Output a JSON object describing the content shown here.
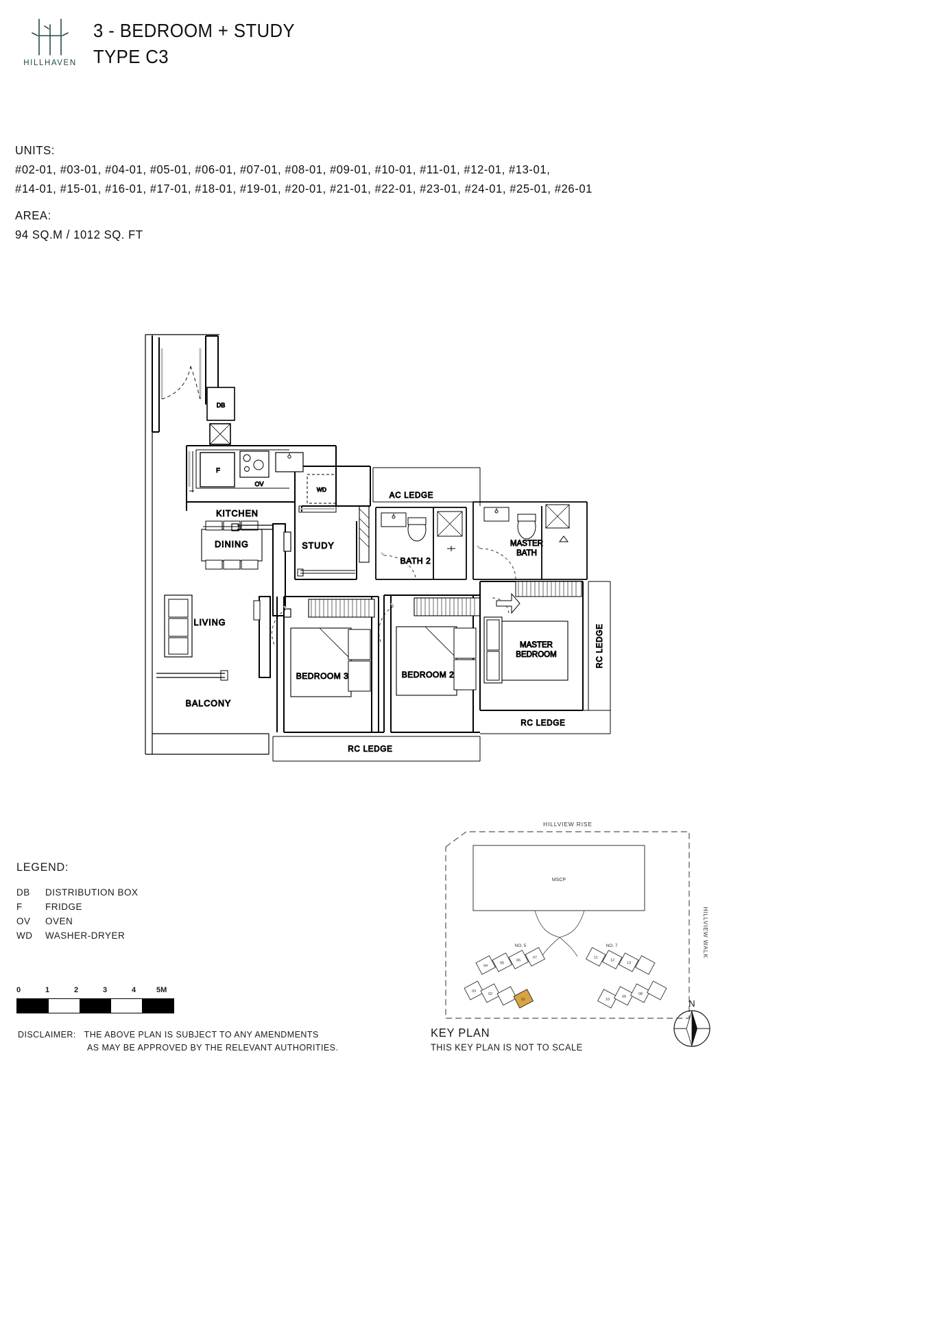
{
  "brand": {
    "name": "HILLHAVEN",
    "logo_icon": "hillhaven-bamboo-logo",
    "accent_color": "#1f4a46"
  },
  "header": {
    "title_line1": "3 - BEDROOM + STUDY",
    "title_line2": "TYPE C3"
  },
  "units": {
    "label": "UNITS:",
    "line1": "#02-01, #03-01, #04-01, #05-01, #06-01, #07-01, #08-01, #09-01, #10-01, #11-01, #12-01, #13-01,",
    "line2": "#14-01, #15-01, #16-01, #17-01, #18-01, #19-01, #20-01, #21-01, #22-01, #23-01, #24-01, #25-01, #26-01"
  },
  "area": {
    "label": "AREA:",
    "value": "94 SQ.M  /  1012 SQ. FT"
  },
  "floorplan": {
    "rooms": [
      {
        "key": "kitchen",
        "label": "KITCHEN"
      },
      {
        "key": "dining",
        "label": "DINING"
      },
      {
        "key": "study",
        "label": "STUDY"
      },
      {
        "key": "living",
        "label": "LIVING"
      },
      {
        "key": "balcony",
        "label": "BALCONY"
      },
      {
        "key": "bedroom3",
        "label": "BEDROOM 3"
      },
      {
        "key": "bedroom2",
        "label": "BEDROOM 2"
      },
      {
        "key": "master_bedroom1",
        "label": "MASTER"
      },
      {
        "key": "master_bedroom2",
        "label": "BEDROOM"
      },
      {
        "key": "bath2",
        "label": "BATH 2"
      },
      {
        "key": "master_bath1",
        "label": "MASTER"
      },
      {
        "key": "master_bath2",
        "label": "BATH"
      },
      {
        "key": "ac_ledge",
        "label": "AC LEDGE"
      },
      {
        "key": "rc_ledge_bottom",
        "label": "RC LEDGE"
      },
      {
        "key": "rc_ledge_right",
        "label": "RC LEDGE"
      },
      {
        "key": "rc_ledge_vert",
        "label": "RC LEDGE"
      }
    ],
    "markers": {
      "db": "DB",
      "fridge": "F",
      "oven": "OV",
      "washer_dryer": "WD"
    }
  },
  "legend": {
    "title": "LEGEND:",
    "items": [
      {
        "abbr": "DB",
        "desc": "DISTRIBUTION BOX"
      },
      {
        "abbr": "F",
        "desc": "FRIDGE"
      },
      {
        "abbr": "OV",
        "desc": "OVEN"
      },
      {
        "abbr": "WD",
        "desc": "WASHER-DRYER"
      }
    ]
  },
  "scale": {
    "ticks": [
      "0",
      "1",
      "2",
      "3",
      "4",
      "5M"
    ]
  },
  "disclaimer": {
    "label": "DISCLAIMER:",
    "line1": "THE ABOVE PLAN IS SUBJECT TO ANY AMENDMENTS",
    "line2": "AS MAY BE APPROVED BY THE RELEVANT AUTHORITIES."
  },
  "keyplan": {
    "title": "KEY PLAN",
    "subtitle": "THIS KEY PLAN IS NOT TO SCALE",
    "street_top": "HILLVIEW RISE",
    "street_right": "HILLVIEW WALK",
    "mscp": "MSCP",
    "block_left_label": "NO. 5",
    "block_right_label": "NO. 7",
    "left_stack_units": [
      "04",
      "05",
      "06",
      "07",
      "03",
      "02",
      "01"
    ],
    "right_stack_units": [
      "11",
      "12",
      "13",
      "10",
      "09",
      "08"
    ],
    "highlighted_unit": "01",
    "highlight_color": "#d9a441",
    "compass_label": "N"
  }
}
